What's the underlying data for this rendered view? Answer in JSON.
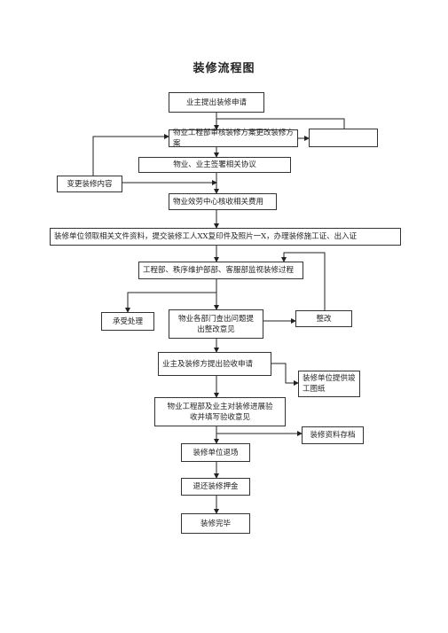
{
  "title": "装修流程图",
  "boxes": {
    "b1": "业主提出装修申请",
    "b2": "物业工程部审核装修方案更改装修方案",
    "b3": "物业、业主签署相关协议",
    "b4": "变更装修内容",
    "b5": "物业效劳中心核收相关费用",
    "b6": "装修单位领取相关文件资料，提交装修工人XX复印件及照片一X，办理装修施工证、出入证",
    "b7": "工程部、秩序维护部部、客服部监视装修过程",
    "b8": "承受处理",
    "b9_line1": "物业各部门查出问题提",
    "b9_line2": "出整改意见",
    "b10": "整改",
    "b11": "业主及装修方提出验收申请",
    "b12_line1": "装修单位提供竣",
    "b12_line2": "工图纸",
    "b13_line1": "物业工程部及业主对装修进展验",
    "b13_line2": "收并填写验收意见",
    "b14": "装修资料存档",
    "b15": "装修单位退场",
    "b16": "退还装修押金",
    "b17": "装修完毕"
  }
}
